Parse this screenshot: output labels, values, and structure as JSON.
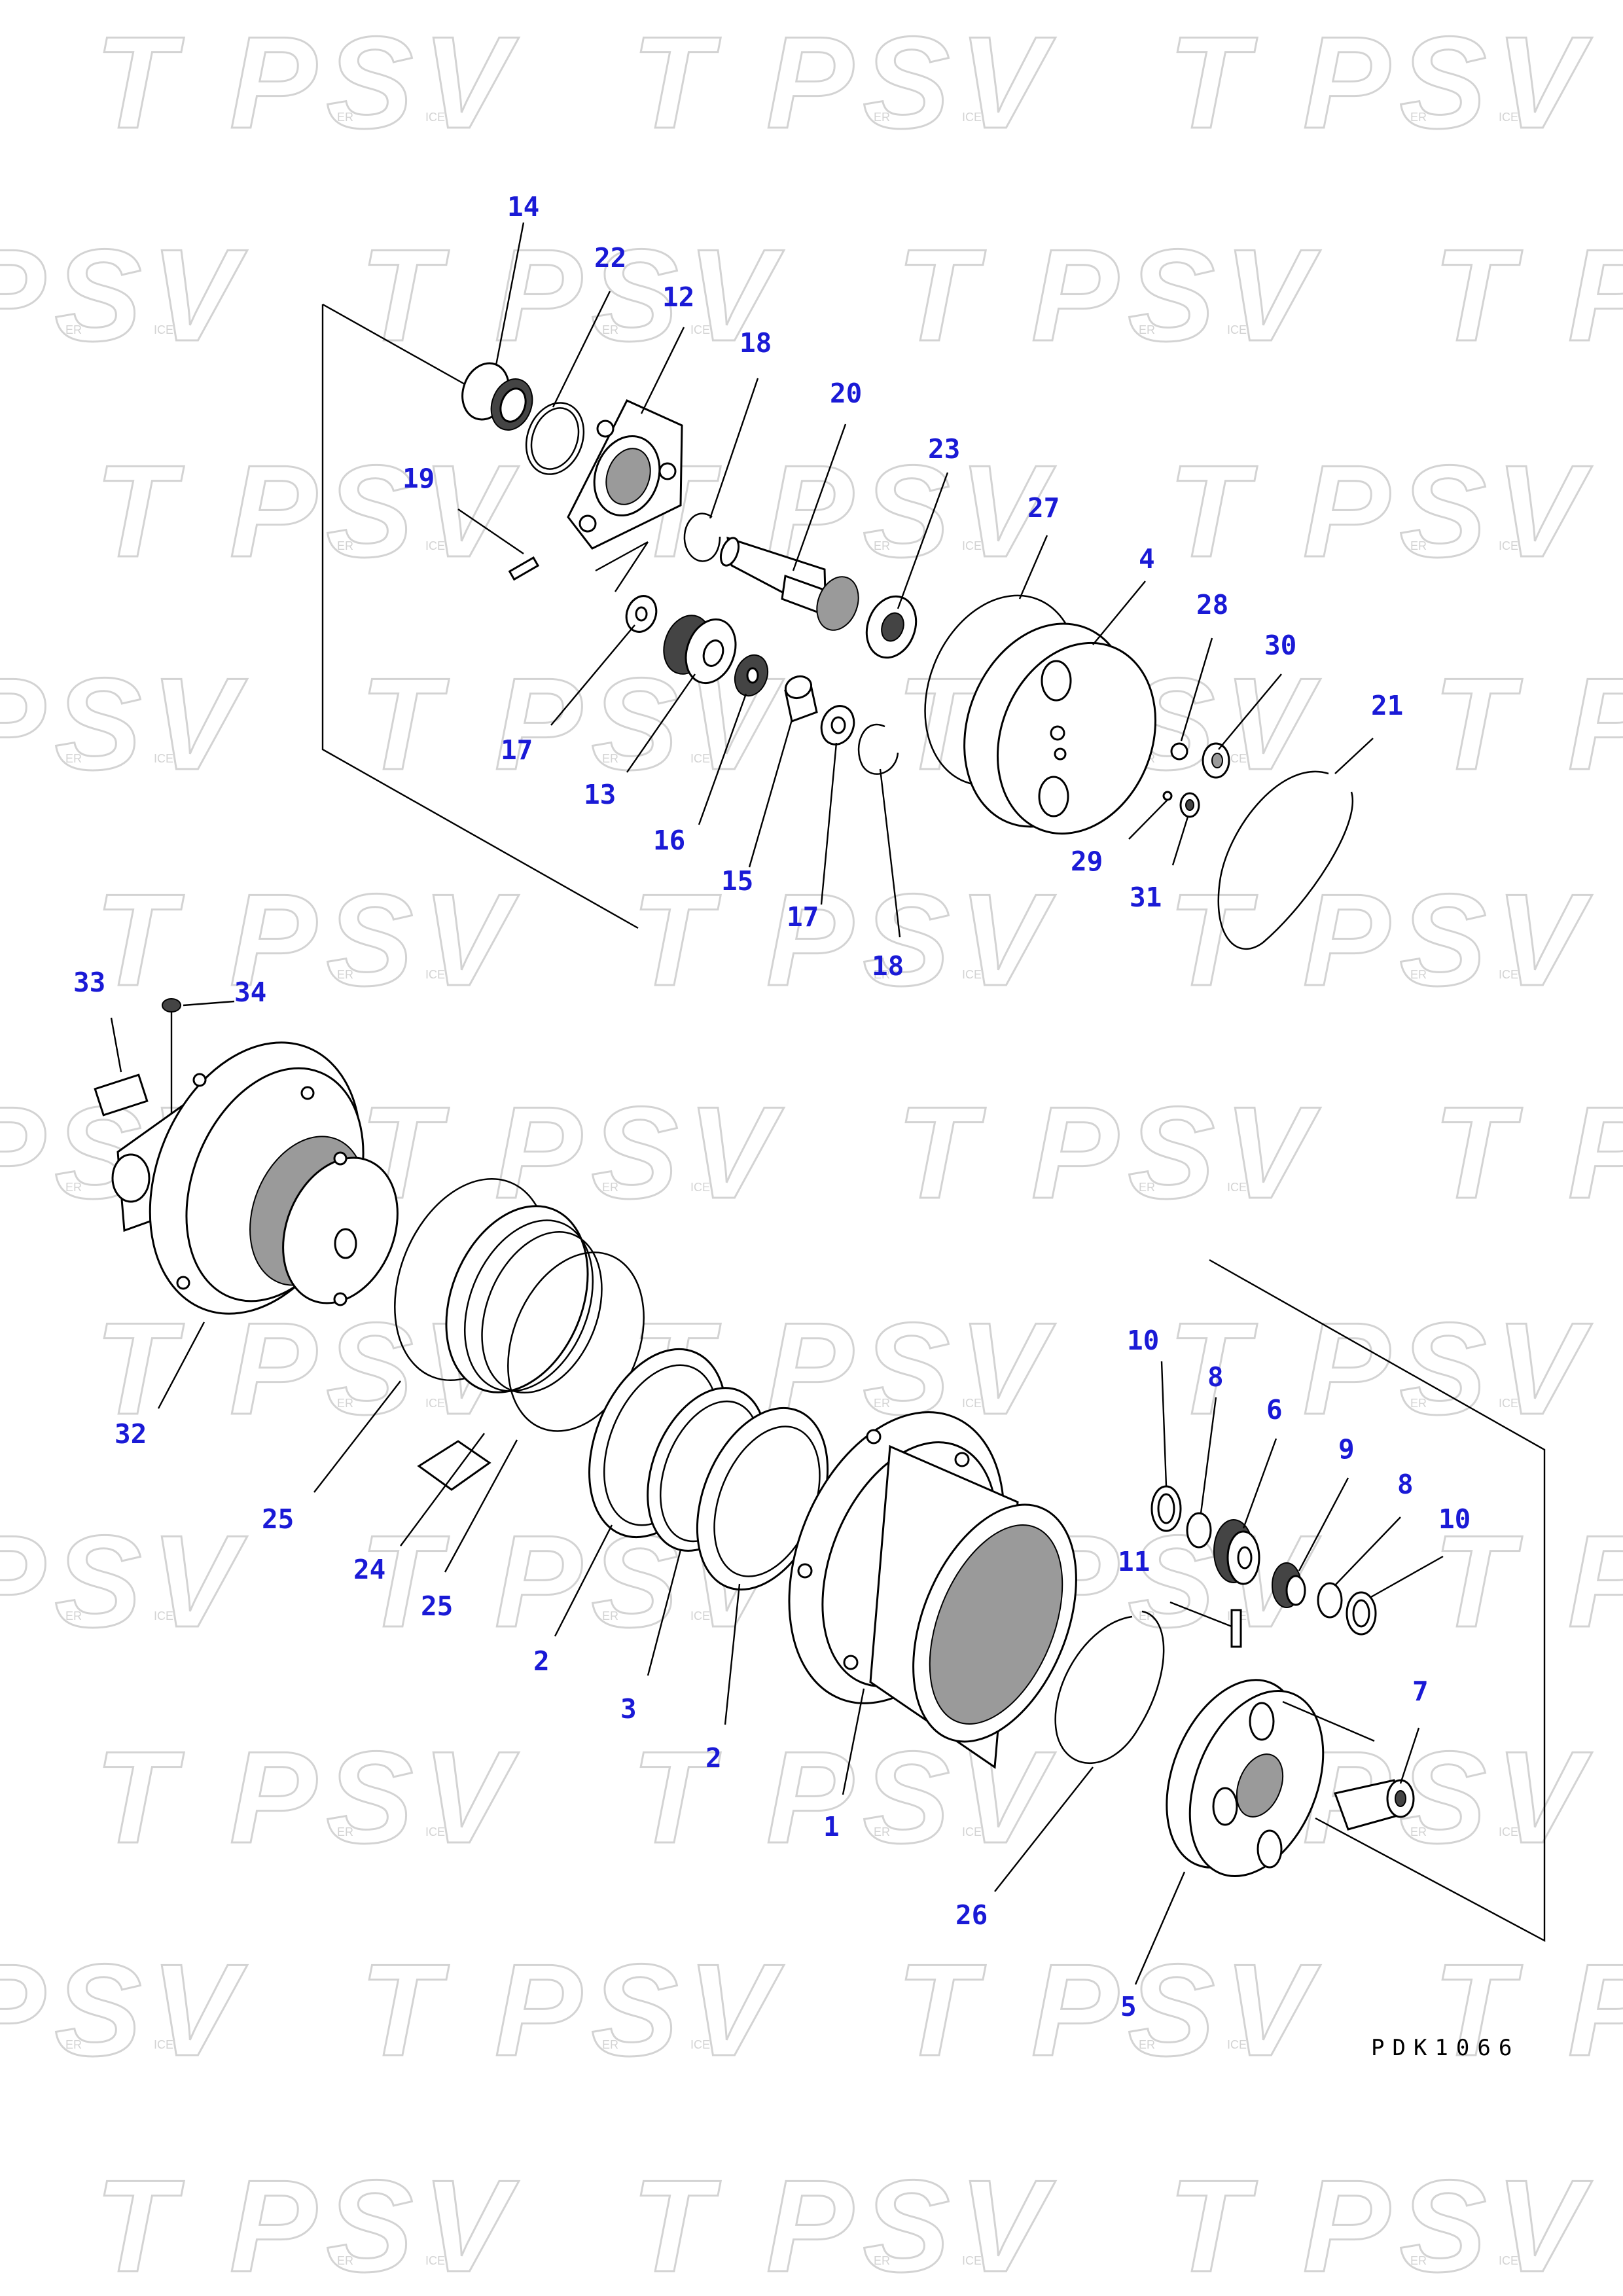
{
  "colors": {
    "callout": "#1a1ad6",
    "line": "#000000",
    "watermark": "#d3d3d3",
    "background": "#ffffff"
  },
  "watermark": {
    "text": "T PSV",
    "sub_left": "ER",
    "sub_right": "ICE"
  },
  "document_id": "PDK1066",
  "callouts": [
    {
      "id": "c14a",
      "label": "14"
    },
    {
      "id": "c22",
      "label": "22"
    },
    {
      "id": "c12",
      "label": "12"
    },
    {
      "id": "c18a",
      "label": "18"
    },
    {
      "id": "c20",
      "label": "20"
    },
    {
      "id": "c23",
      "label": "23"
    },
    {
      "id": "c27",
      "label": "27"
    },
    {
      "id": "c19",
      "label": "19"
    },
    {
      "id": "c4",
      "label": "4"
    },
    {
      "id": "c28",
      "label": "28"
    },
    {
      "id": "c30",
      "label": "30"
    },
    {
      "id": "c21",
      "label": "21"
    },
    {
      "id": "c17a",
      "label": "17"
    },
    {
      "id": "c13",
      "label": "13"
    },
    {
      "id": "c16",
      "label": "16"
    },
    {
      "id": "c15",
      "label": "15"
    },
    {
      "id": "c17b",
      "label": "17"
    },
    {
      "id": "c18b",
      "label": "18"
    },
    {
      "id": "c29",
      "label": "29"
    },
    {
      "id": "c31",
      "label": "31"
    },
    {
      "id": "c33",
      "label": "33"
    },
    {
      "id": "c34",
      "label": "34"
    },
    {
      "id": "c32",
      "label": "32"
    },
    {
      "id": "c25a",
      "label": "25"
    },
    {
      "id": "c24",
      "label": "24"
    },
    {
      "id": "c25b",
      "label": "25"
    },
    {
      "id": "c2a",
      "label": "2"
    },
    {
      "id": "c3",
      "label": "3"
    },
    {
      "id": "c2b",
      "label": "2"
    },
    {
      "id": "c1",
      "label": "1"
    },
    {
      "id": "c10a",
      "label": "10"
    },
    {
      "id": "c8a",
      "label": "8"
    },
    {
      "id": "c6",
      "label": "6"
    },
    {
      "id": "c9",
      "label": "9"
    },
    {
      "id": "c8b",
      "label": "8"
    },
    {
      "id": "c10b",
      "label": "10"
    },
    {
      "id": "c11",
      "label": "11"
    },
    {
      "id": "c7",
      "label": "7"
    },
    {
      "id": "c26",
      "label": "26"
    },
    {
      "id": "c5",
      "label": "5"
    }
  ]
}
